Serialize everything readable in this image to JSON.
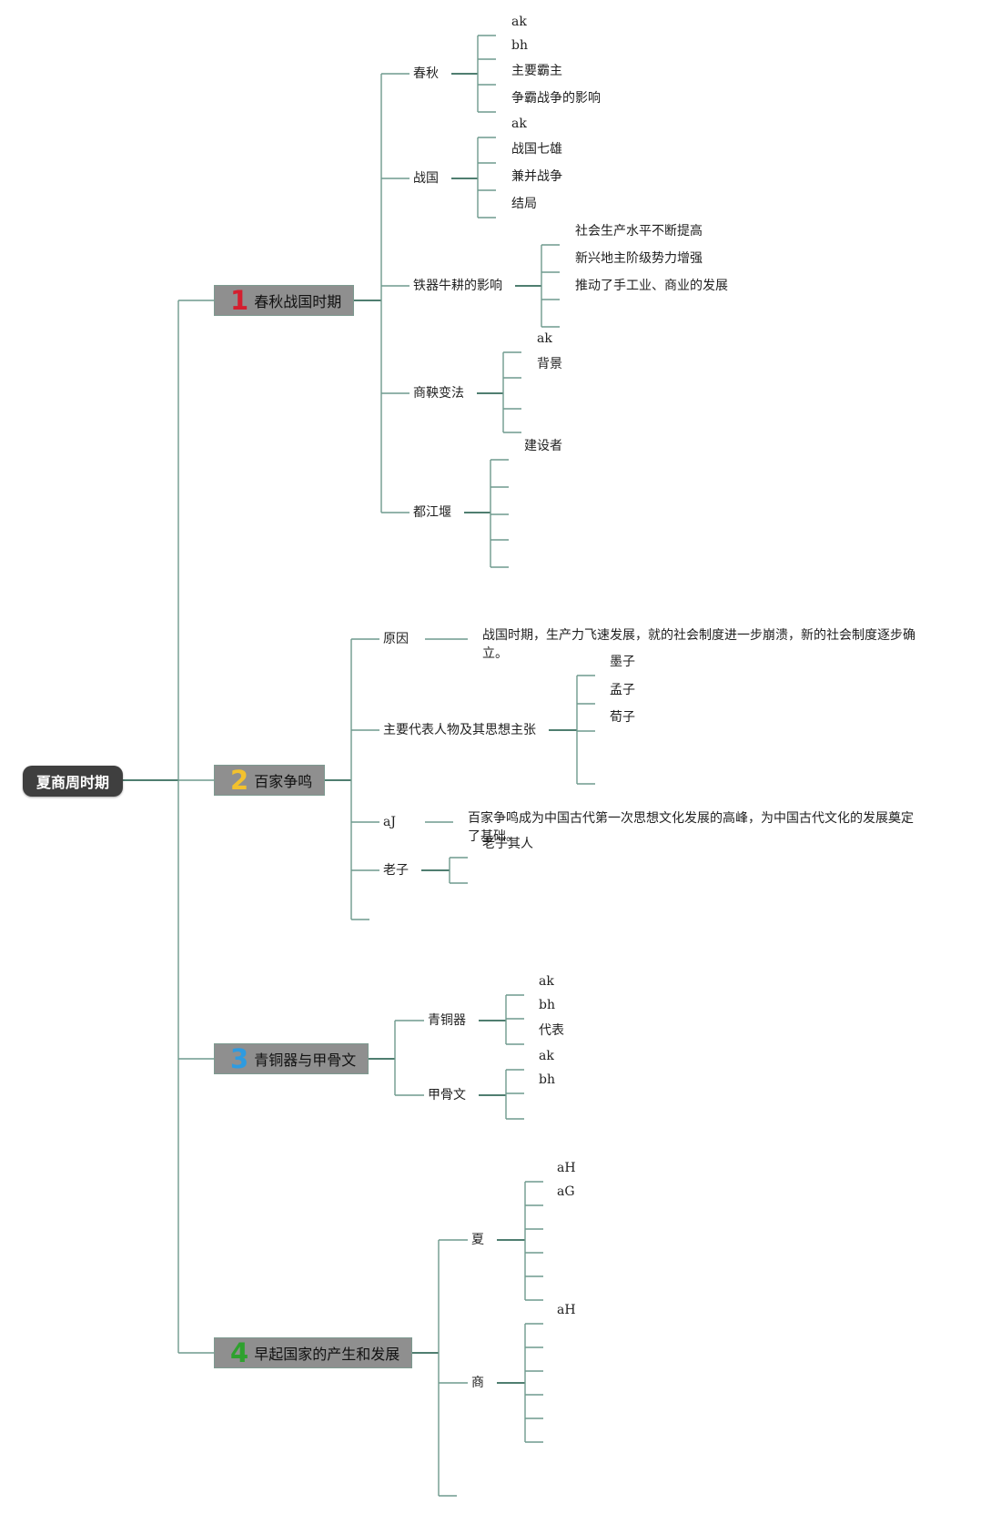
{
  "root": {
    "label": "夏商周时期"
  },
  "branches": [
    {
      "number": "1",
      "number_color": "#d41f2f",
      "label": "春秋战国时期",
      "children": [
        {
          "label": "春秋",
          "leaves": [
            "ak",
            "bh",
            "主要霸主",
            "争霸战争的影响"
          ]
        },
        {
          "label": "战国",
          "leaves": [
            "ak",
            "战国七雄",
            "兼并战争",
            "结局"
          ]
        },
        {
          "label": "铁器牛耕的影响",
          "leaves": [
            "社会生产水平不断提高",
            "新兴地主阶级势力增强",
            "推动了手工业、商业的发展",
            ""
          ]
        },
        {
          "label": "商鞅变法",
          "leaves": [
            "ak",
            "背景",
            "",
            ""
          ]
        },
        {
          "label": "都江堰",
          "leaves": [
            "建设者",
            "",
            "",
            "",
            ""
          ]
        }
      ]
    },
    {
      "number": "2",
      "number_color": "#f2c12e",
      "label": "百家争鸣",
      "children": [
        {
          "label": "原因",
          "leaves": [
            "战国时期，生产力飞速发展，就的社会制度进一步崩溃，新的社会制度逐步确立。"
          ]
        },
        {
          "label": "主要代表人物及其思想主张",
          "leaves": [
            "墨子",
            "孟子",
            "荀子",
            ""
          ]
        },
        {
          "label": "aJ",
          "leaves": [
            "百家争鸣成为中国古代第一次思想文化发展的高峰，为中国古代文化的发展奠定了基础。"
          ]
        },
        {
          "label": "老子",
          "leaves": [
            "老子其人",
            ""
          ]
        },
        {
          "label": "",
          "leaves": []
        }
      ]
    },
    {
      "number": "3",
      "number_color": "#2e9be0",
      "label": "青铜器与甲骨文",
      "children": [
        {
          "label": "青铜器",
          "leaves": [
            "ak",
            "bh",
            "代表"
          ]
        },
        {
          "label": "甲骨文",
          "leaves": [
            "ak",
            "bh",
            ""
          ]
        }
      ]
    },
    {
      "number": "4",
      "number_color": "#2ea12e",
      "label": "早起国家的产生和发展",
      "children": [
        {
          "label": "夏",
          "leaves": [
            "aH",
            "aG",
            "",
            "",
            "",
            ""
          ]
        },
        {
          "label": "商",
          "leaves": [
            "aH",
            "",
            "",
            "",
            "",
            ""
          ]
        },
        {
          "label": "",
          "leaves": []
        }
      ]
    }
  ],
  "colors": {
    "line": "#6f9a8d",
    "root_bg": "#3f3f3f",
    "branch_bg": "#8f8f8f"
  }
}
